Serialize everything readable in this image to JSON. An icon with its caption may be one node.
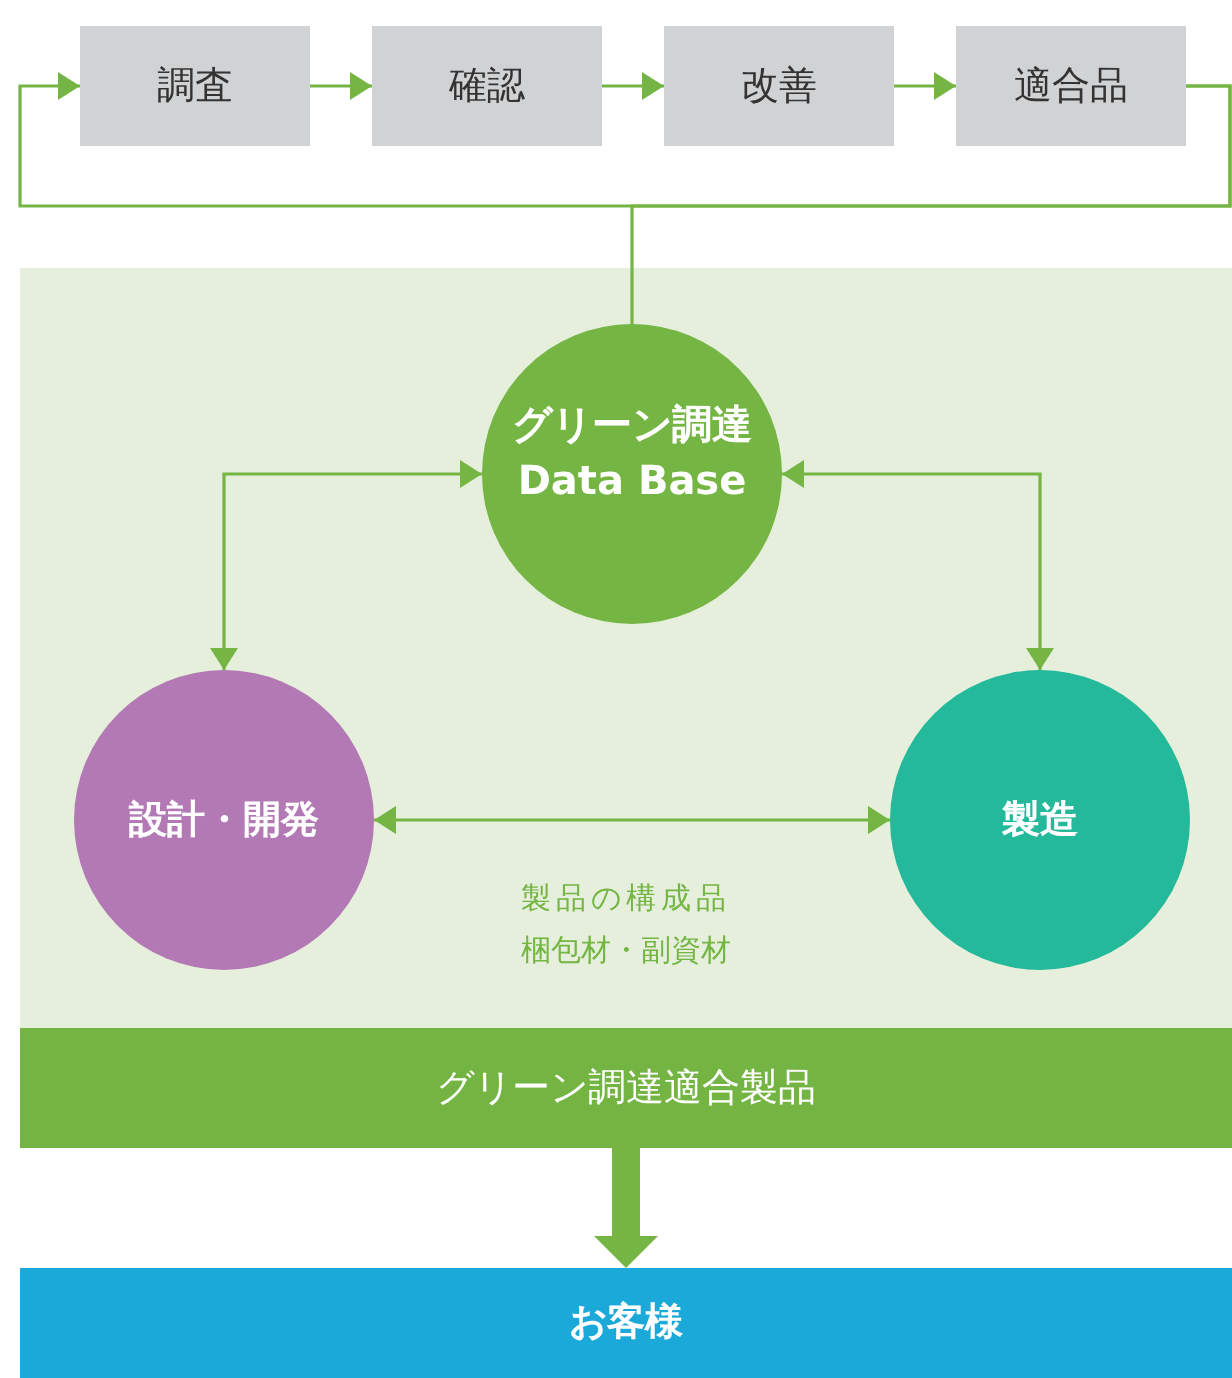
{
  "diagram": {
    "nodes": [
      {
        "text": [
          "調査"
        ]
      },
      {
        "text": [
          "確認"
        ]
      },
      {
        "text": [
          "改善"
        ]
      },
      {
        "text": [
          "適合品"
        ]
      },
      {
        "text": [],
        "shape": "box"
      },
      {
        "text": [
          "グリーン調達 Data Base"
        ],
        "in": 4
      },
      {
        "text": [
          "設計・開発"
        ],
        "in": 4
      },
      {
        "text": [
          "製造"
        ],
        "in": 4
      },
      {
        "text": [
          "グリーン調達適合製品"
        ]
      },
      {
        "text": [
          "お客様"
        ]
      }
    ],
    "edges": [
      {
        "from": 0,
        "to": 1,
        "arrow": "to"
      },
      {
        "from": 1,
        "to": 2,
        "arrow": "to"
      },
      {
        "from": 2,
        "to": 3,
        "arrow": "to"
      },
      {
        "from": 3,
        "to": 0,
        "arrow": "to"
      },
      {
        "from": 5,
        "to": 3,
        "arrow": "none"
      },
      {
        "from": 5,
        "to": 6,
        "arrow": "both"
      },
      {
        "from": 5,
        "to": 7,
        "arrow": "both"
      },
      {
        "from": 6,
        "to": 7,
        "arrow": "both",
        "label": "製品の構成品梱包材・副資材"
      },
      {
        "from": 8,
        "to": 9,
        "arrow": "to",
        "style": "thick"
      }
    ]
  }
}
